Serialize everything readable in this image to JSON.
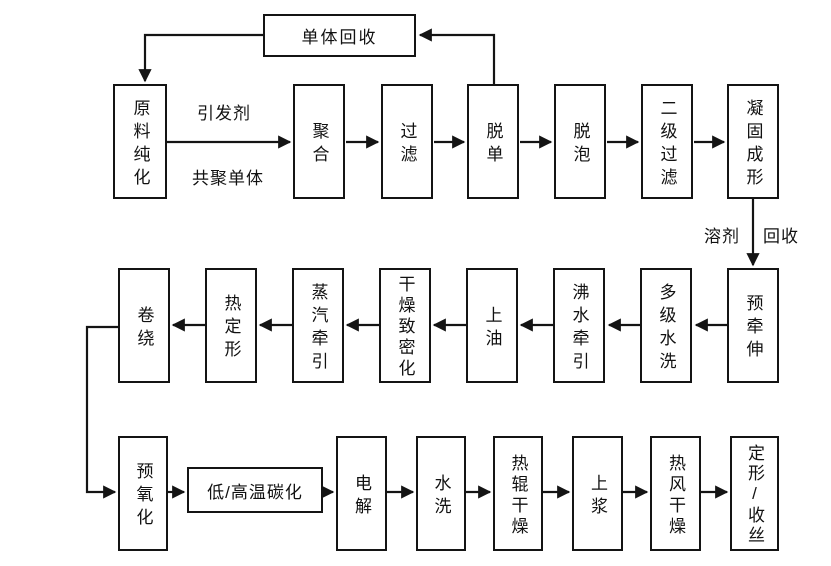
{
  "diagram": {
    "description": "process-flowchart",
    "colors": {
      "background": "#ffffff",
      "line": "#141414",
      "text": "#111111"
    },
    "nodes": {
      "monomer_recovery": "单体回收",
      "raw_material_purification": "原料纯化",
      "polymerization": "聚合",
      "filtration": "过滤",
      "demonomerization": "脱单",
      "defoaming": "脱泡",
      "secondary_filtration": "二级过滤",
      "coagulation_forming": "凝固成形",
      "pre_drawing": "预牵伸",
      "multistage_water_washing": "多级水洗",
      "boiling_water_drawing": "沸水牵引",
      "oiling": "上油",
      "drying_densification": "干燥致密化",
      "steam_drawing": "蒸汽牵引",
      "heat_setting": "热定形",
      "winding": "卷绕",
      "pre_oxidation": "预氧化",
      "low_high_temp_carbonization": "低/高温碳化",
      "electrolysis": "电解",
      "water_washing": "水洗",
      "hot_roller_drying": "热辊干燥",
      "sizing": "上浆",
      "hot_air_drying": "热风干燥",
      "setting_and_yarn_takeup": "定形/收丝"
    },
    "edge_labels": {
      "initiator": "引发剂",
      "comonomer": "共聚单体",
      "solvent": "溶剂",
      "recovery": "回收"
    }
  }
}
